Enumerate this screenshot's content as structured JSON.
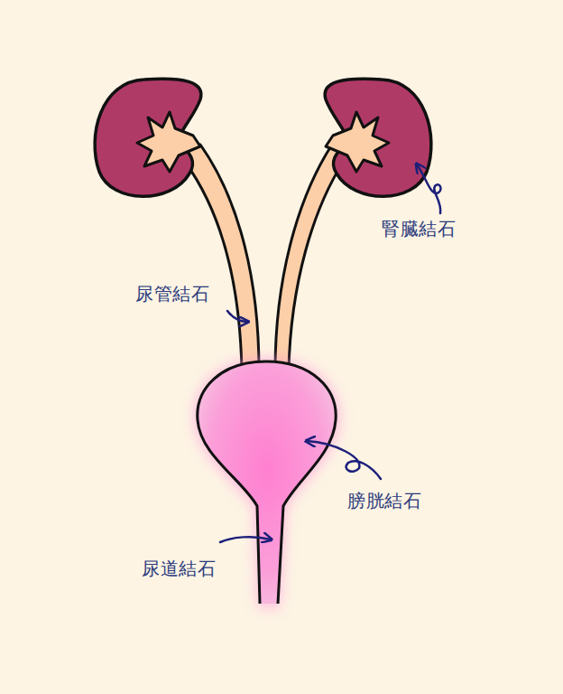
{
  "diagram": {
    "labels": [
      "腎臓結石",
      "尿管結石",
      "膀胱結石",
      "尿道結石"
    ]
  }
}
